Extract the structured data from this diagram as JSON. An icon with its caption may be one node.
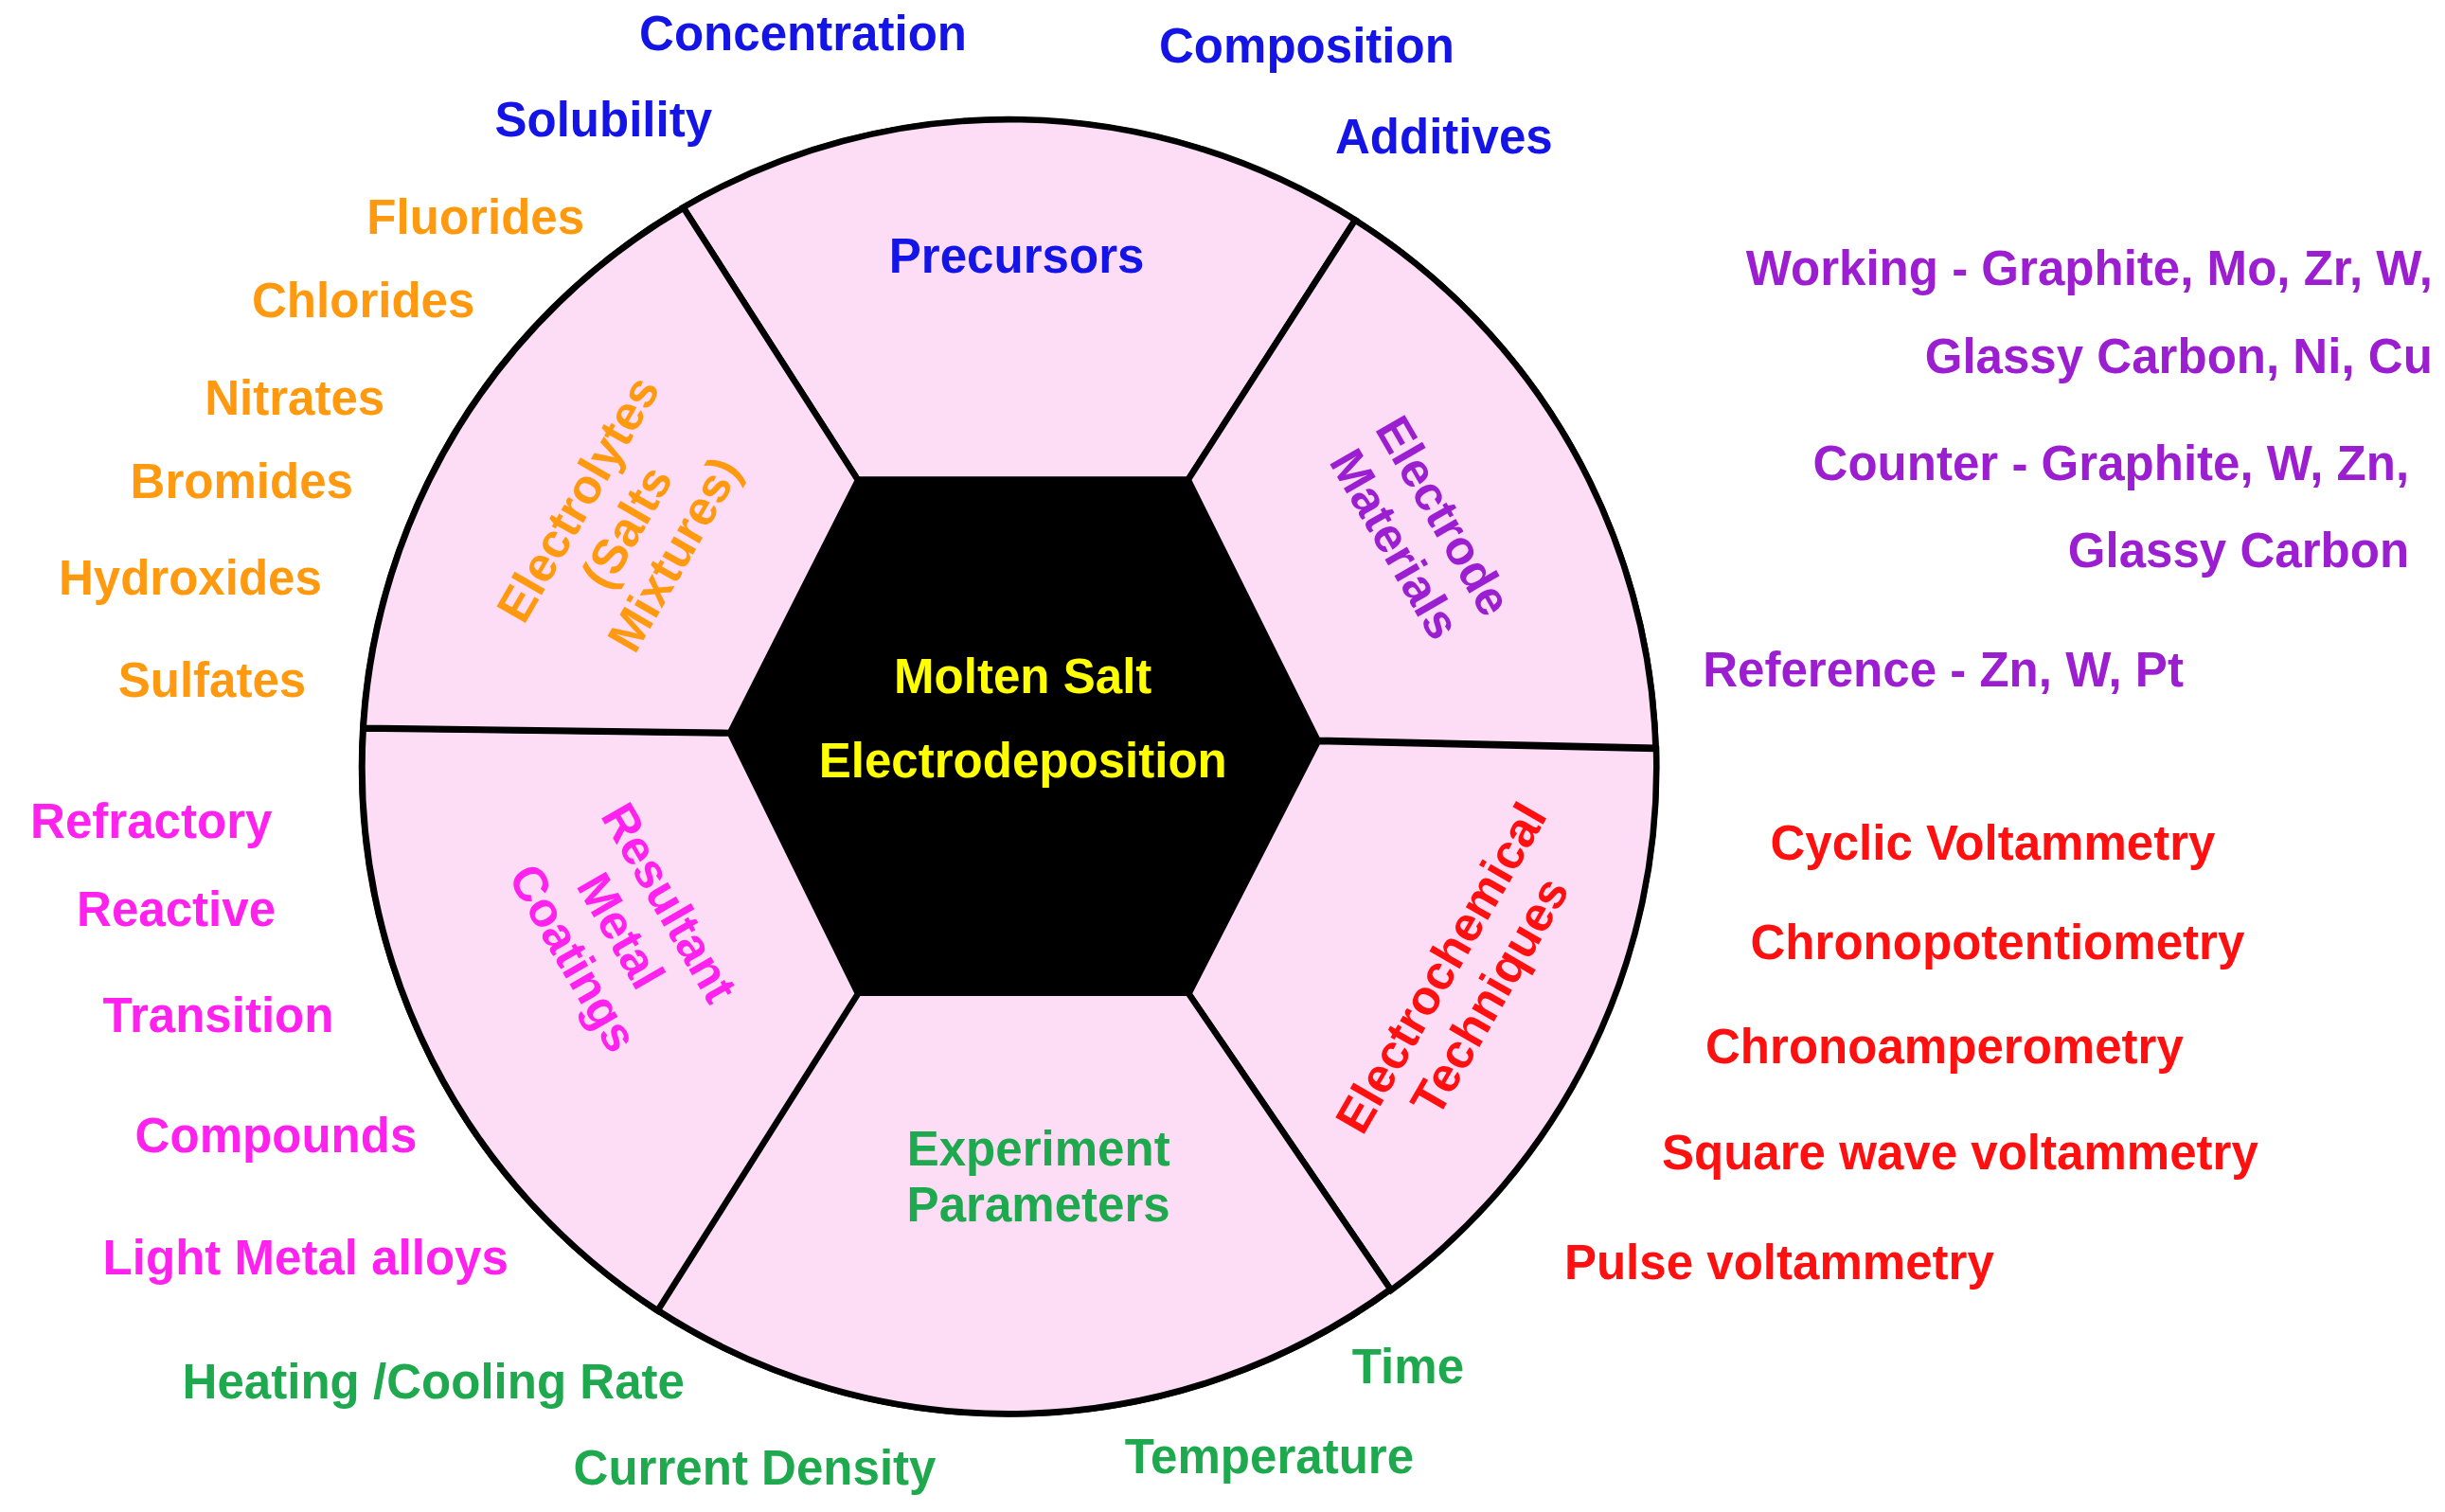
{
  "diagram": {
    "nodes": [
      {
        "text": [
          "Molten Salt Electrodeposition"
        ]
      },
      {
        "text": [
          "Precursors"
        ],
        "beside": [
          "Concentration",
          "Composition",
          "Solubility",
          "Additives"
        ]
      },
      {
        "text": [
          "Electrode Materials"
        ],
        "beside": [
          "Working - Graphite, Mo, Zr, W, Glassy Carbon, Ni, Cu",
          "Counter - Graphite, W, Zn, Glassy Carbon",
          "Reference - Zn, W, Pt"
        ]
      },
      {
        "text": [
          "Electrochemical Techniques"
        ],
        "beside": [
          "Cyclic Voltammetry",
          "Chronopotentiometry",
          "Chronoamperometry",
          "Square wave voltammetry",
          "Pulse voltammetry"
        ]
      },
      {
        "text": [
          "Experiment Parameters"
        ],
        "beside": [
          "Time",
          "Heating /Cooling Rate",
          "Temperature",
          "Current Density"
        ]
      },
      {
        "text": [
          "Resultant Metal Coatings"
        ],
        "beside": [
          "Refractory",
          "Reactive",
          "Transition",
          "Compounds",
          "Light Metal alloys"
        ]
      },
      {
        "text": [
          "Electrolytes (Salts Mixtures)"
        ],
        "beside": [
          "Fluorides",
          "Chlorides",
          "Nitrates",
          "Bromides",
          "Hydroxides",
          "Sulfates"
        ]
      }
    ],
    "edges": []
  }
}
